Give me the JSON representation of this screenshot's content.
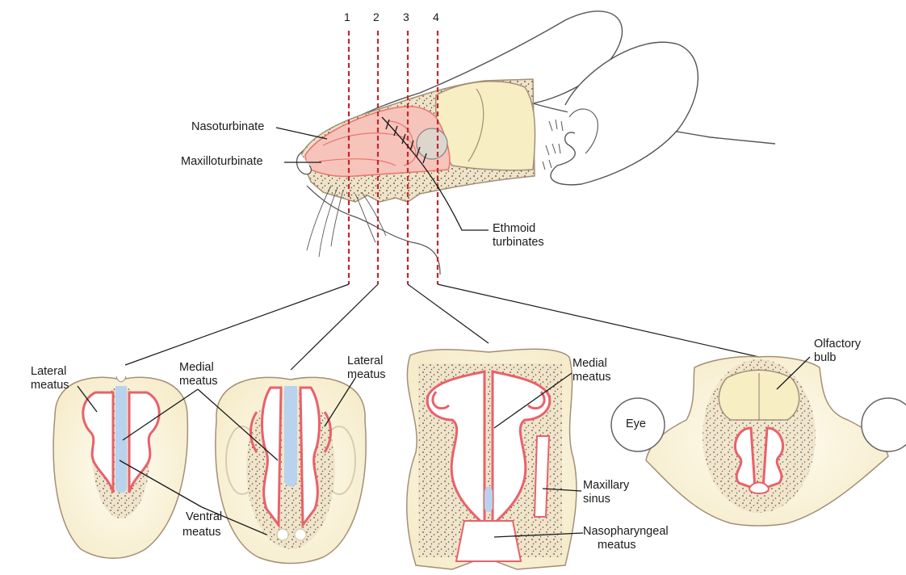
{
  "colors": {
    "background": "#ffffff",
    "nasal_cavity": "#f7c4bc",
    "nasal_cavity_outline": "#e8776f",
    "turbinate_outline": "#e9616a",
    "airway": "#b9d2ee",
    "brain": "#f7eec4",
    "bone": "#efe3c9",
    "outline": "#a38f78",
    "section_line": "#c0272d",
    "leader": "#1a1a1a"
  },
  "section_numbers": [
    "1",
    "2",
    "3",
    "4"
  ],
  "labels": {
    "nasoturbinate": "Nasoturbinate",
    "maxilloturbinate": "Maxilloturbinate",
    "ethmoid_1": "Ethmoid",
    "ethmoid_2": "turbinates",
    "lateral_meatus_a_1": "Lateral",
    "lateral_meatus_a_2": "meatus",
    "medial_meatus_a_1": "Medial",
    "medial_meatus_a_2": "meatus",
    "ventral_meatus_1": "Ventral",
    "ventral_meatus_2": "meatus",
    "lateral_meatus_b_1": "Lateral",
    "lateral_meatus_b_2": "meatus",
    "medial_meatus_b_1": "Medial",
    "medial_meatus_b_2": "meatus",
    "maxillary_sinus_1": "Maxillary",
    "maxillary_sinus_2": "sinus",
    "nasopharyngeal_1": "Nasopharyngeal",
    "nasopharyngeal_2": "meatus",
    "olfactory_1": "Olfactory",
    "olfactory_2": "bulb",
    "eye": "Eye"
  }
}
